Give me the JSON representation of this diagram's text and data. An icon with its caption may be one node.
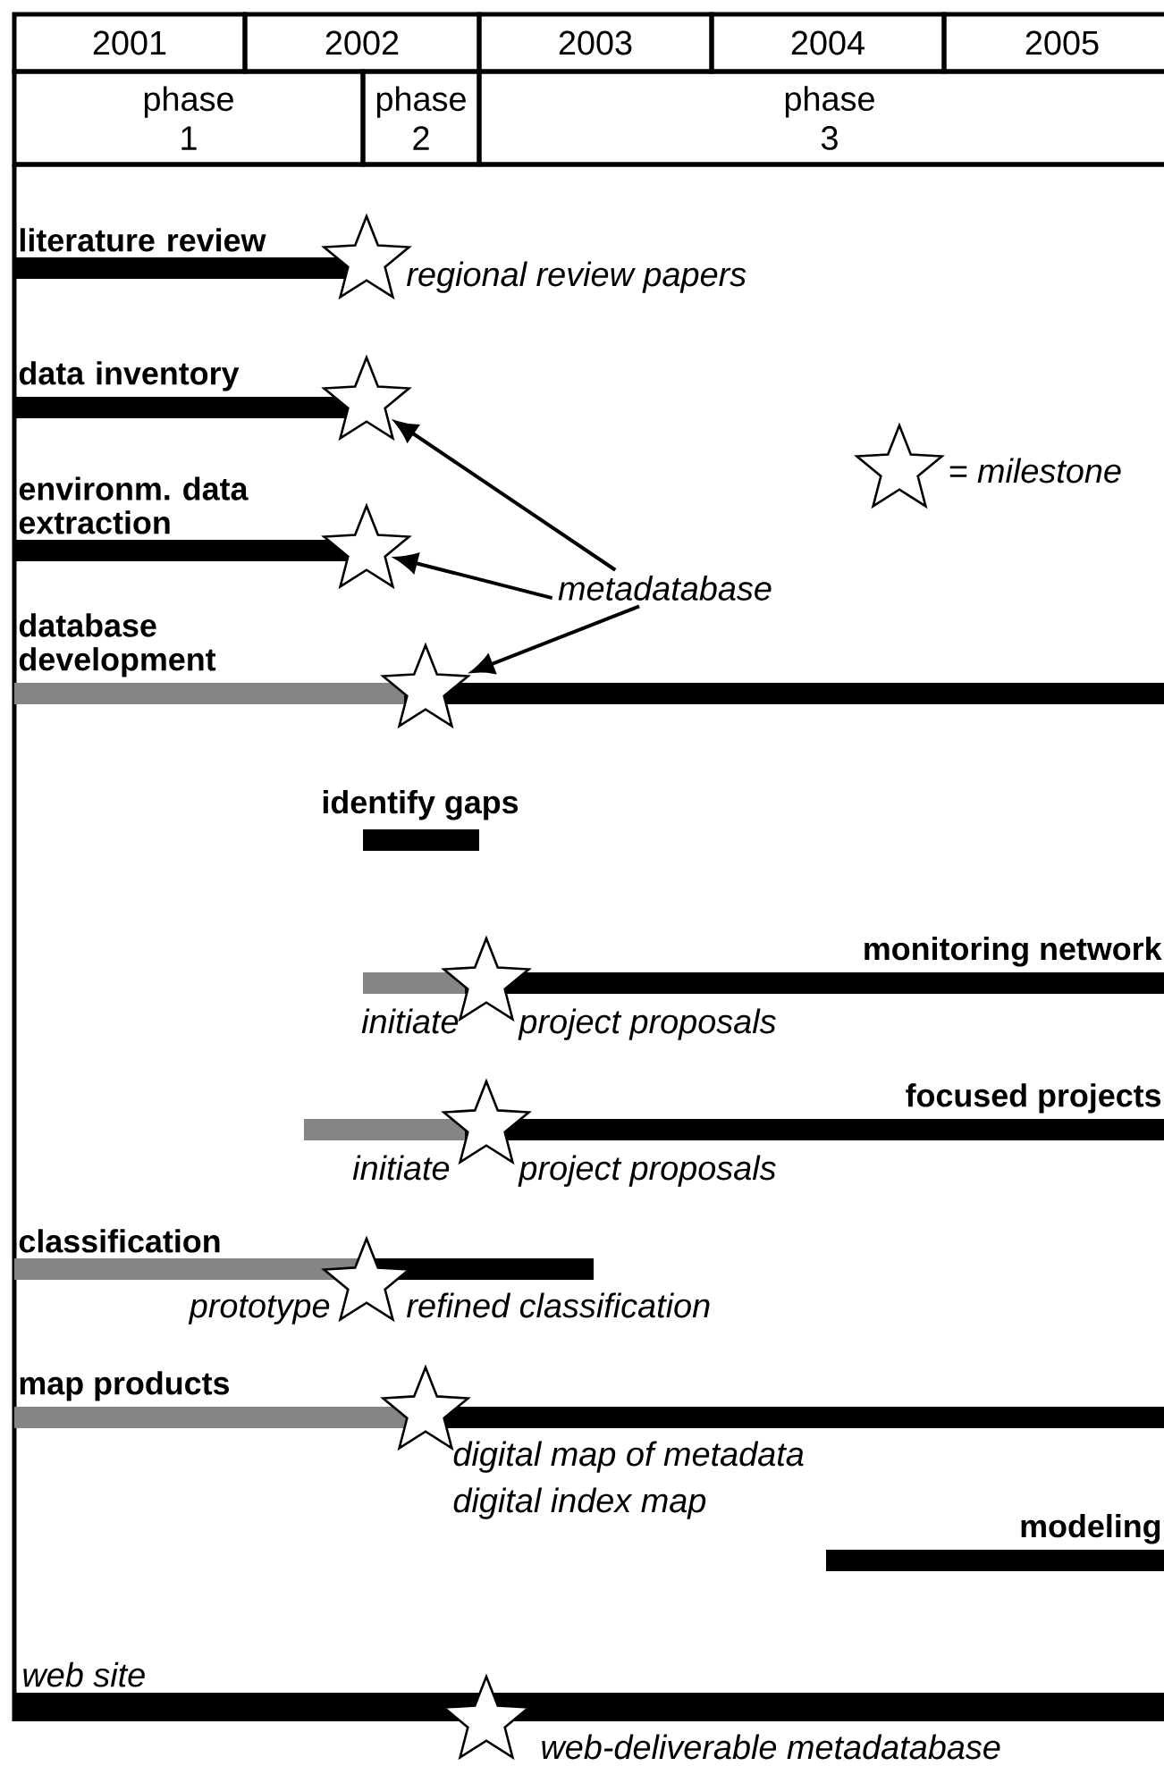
{
  "diagram": {
    "nodes": [
      {
        "text": [
          "2001"
        ]
      },
      {
        "text": [
          "2002"
        ]
      },
      {
        "text": [
          "2003"
        ]
      },
      {
        "text": [
          "2004"
        ]
      },
      {
        "text": [
          "2005"
        ]
      },
      {
        "text": [
          "phase 1"
        ]
      },
      {
        "text": [
          "phase 2"
        ]
      },
      {
        "text": [
          "phase 3"
        ]
      },
      {
        "text": [
          "literature review"
        ]
      },
      {
        "text": [],
        "shape": "star",
        "beside": [
          "regional review papers"
        ]
      },
      {
        "text": [
          "data inventory"
        ]
      },
      {
        "text": [],
        "shape": "star"
      },
      {
        "text": [
          "environm. data extraction"
        ]
      },
      {
        "text": [],
        "shape": "star"
      },
      {
        "text": [
          "metadatabase"
        ]
      },
      {
        "text": [
          "database development"
        ]
      },
      {
        "text": [],
        "shape": "star"
      },
      {
        "text": [
          "identify gaps"
        ]
      },
      {
        "text": [
          "monitoring network"
        ],
        "beside": [
          "initiate",
          "project proposals"
        ]
      },
      {
        "text": [],
        "shape": "star"
      },
      {
        "text": [
          "focused projects"
        ],
        "beside": [
          "initiate",
          "project proposals"
        ]
      },
      {
        "text": [],
        "shape": "star"
      },
      {
        "text": [
          "classification"
        ],
        "beside": [
          "prototype",
          "refined classification"
        ]
      },
      {
        "text": [],
        "shape": "star"
      },
      {
        "text": [
          "map products"
        ],
        "beside": [
          "digital map of metadata",
          "digital index map"
        ]
      },
      {
        "text": [],
        "shape": "star"
      },
      {
        "text": [
          "modeling"
        ]
      },
      {
        "text": [
          "web site"
        ],
        "beside": [
          "web-deliverable metadatabase"
        ]
      },
      {
        "text": [],
        "shape": "star"
      }
    ],
    "edges": [
      {
        "from": 14,
        "to": 11,
        "arrow": "to"
      },
      {
        "from": 14,
        "to": 13,
        "arrow": "to"
      },
      {
        "from": 14,
        "to": 16,
        "arrow": "to"
      }
    ],
    "legend": [
      {
        "text": "= milestone"
      }
    ]
  }
}
